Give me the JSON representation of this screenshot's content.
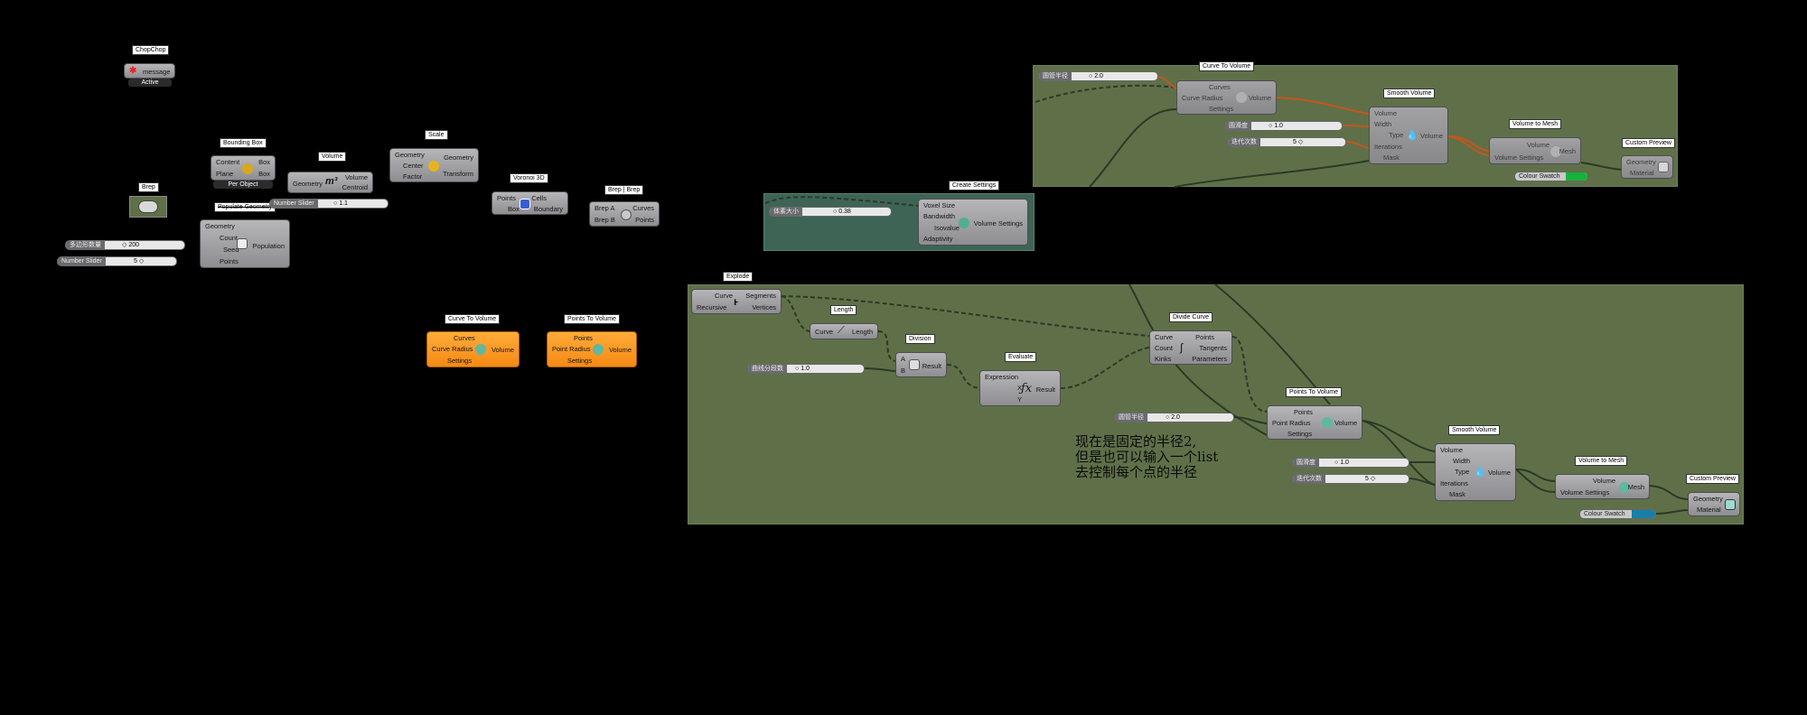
{
  "groups": {
    "top_olive": {
      "color": "#5f7049"
    },
    "teal": {
      "color": "#3e6455"
    },
    "main_olive": {
      "color": "#5f7049"
    }
  },
  "wire_colors": {
    "default": "#2a3a24",
    "selected": "#c4561c",
    "dashed": "#2a3a24"
  },
  "components": {
    "chopchop": {
      "title": "ChopChop",
      "port": "message",
      "status": "Active"
    },
    "bounding_box": {
      "title": "Bounding Box",
      "inputs": [
        "Content",
        "Plane"
      ],
      "outputs": [
        "Box",
        "Box"
      ],
      "status": "Per Object"
    },
    "volume": {
      "title": "Volume",
      "input": "Geometry",
      "outputs": [
        "Volume",
        "Centroid"
      ]
    },
    "scale": {
      "title": "Scale",
      "inputs": [
        "Geometry",
        "Center",
        "Factor"
      ],
      "outputs": [
        "Geometry",
        "Transform"
      ]
    },
    "voronoi": {
      "title": "Voronoi 3D",
      "inputs": [
        "Points",
        "Box"
      ],
      "outputs": [
        "Cells",
        "Boundary"
      ]
    },
    "brep_brep": {
      "title": "Brep | Brep",
      "inputs": [
        "Brep A",
        "Brep B"
      ],
      "outputs": [
        "Curves",
        "Points"
      ]
    },
    "brep": {
      "title": "Brep"
    },
    "populate": {
      "title": "Populate Geometry",
      "inputs": [
        "Geometry",
        "Count",
        "Seed"
      ],
      "output": "Population",
      "extra": "Points"
    },
    "ctv_orange": {
      "title": "Curve To Volume",
      "inputs": [
        "Curves",
        "Curve Radius",
        "Settings"
      ],
      "output": "Volume"
    },
    "ptv_orange": {
      "title": "Points To Volume",
      "inputs": [
        "Points",
        "Point Radius",
        "Settings"
      ],
      "output": "Volume"
    },
    "create_settings": {
      "title": "Create Settings",
      "inputs": [
        "Voxel Size",
        "Bandwidth",
        "Isovalue",
        "Adaptivity"
      ],
      "output": "Volume Settings"
    },
    "ctv_top": {
      "title": "Curve To Volume",
      "inputs": [
        "Curves",
        "Curve Radius",
        "Settings"
      ],
      "output": "Volume"
    },
    "smooth_top": {
      "title": "Smooth Volume",
      "inputs": [
        "Volume",
        "Width",
        "Type",
        "Iterations",
        "Mask"
      ],
      "output": "Volume"
    },
    "vtm_top": {
      "title": "Volume to Mesh",
      "inputs": [
        "Volume",
        "Volume Settings"
      ],
      "output": "Mesh"
    },
    "preview_top": {
      "title": "Custom Preview",
      "inputs": [
        "Geometry",
        "Material"
      ]
    },
    "explode": {
      "title": "Explode",
      "inputs": [
        "Curve",
        "Recursive"
      ],
      "outputs": [
        "Segments",
        "Vertices"
      ]
    },
    "length": {
      "title": "Length",
      "input": "Curve",
      "output": "Length"
    },
    "division": {
      "title": "Division",
      "inputs": [
        "A",
        "B"
      ],
      "output": "Result"
    },
    "evaluate": {
      "title": "Evaluate",
      "inputs": [
        "Expression",
        "X",
        "Y"
      ],
      "output": "Result"
    },
    "divide_curve": {
      "title": "Divide Curve",
      "inputs": [
        "Curve",
        "Count",
        "Kinks"
      ],
      "outputs": [
        "Points",
        "Tangents",
        "Parameters"
      ]
    },
    "ptv_main": {
      "title": "Points To Volume",
      "inputs": [
        "Points",
        "Point Radius",
        "Settings"
      ],
      "output": "Volume"
    },
    "smooth_main": {
      "title": "Smooth Volume",
      "inputs": [
        "Volume",
        "Width",
        "Type",
        "Iterations",
        "Mask"
      ],
      "output": "Volume"
    },
    "vtm_main": {
      "title": "Volume to Mesh",
      "inputs": [
        "Volume",
        "Volume Settings"
      ],
      "output": "Mesh"
    },
    "preview_main": {
      "title": "Custom Preview",
      "inputs": [
        "Geometry",
        "Material"
      ]
    }
  },
  "sliders": {
    "poly_count": {
      "label": "多边形数量",
      "value": "200"
    },
    "num_slider_a": {
      "label": "Number Slider",
      "value": "5"
    },
    "num_slider_b": {
      "label": "Number Slider",
      "value": "1.1"
    },
    "voxel": {
      "label": "体素大小",
      "value": "0.38"
    },
    "radius_top": {
      "label": "圆管半径",
      "value": "2.0"
    },
    "smooth_w_top": {
      "label": "圆滑度",
      "value": "1.0"
    },
    "iter_top": {
      "label": "迭代次数",
      "value": "5"
    },
    "curve_div": {
      "label": "曲线分段数",
      "value": "1.0"
    },
    "radius_main": {
      "label": "圆管半径",
      "value": "2.0"
    },
    "smooth_w_main": {
      "label": "圆滑度",
      "value": "1.0"
    },
    "iter_main": {
      "label": "迭代次数",
      "value": "5"
    }
  },
  "swatches": {
    "top": {
      "label": "Colour Swatch",
      "color": "#19b23a"
    },
    "main": {
      "label": "Colour Swatch",
      "color": "#1a7fa8"
    }
  },
  "note": {
    "text": "现在是固定的半径2,\n但是也可以输入一个list\n去控制每个点的半径"
  }
}
